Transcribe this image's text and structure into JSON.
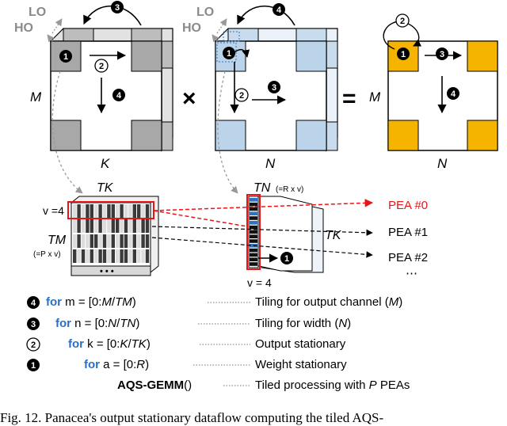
{
  "matrices": {
    "a": {
      "lo": "LO",
      "ho": "HO",
      "row_label": "M",
      "col_label": "K",
      "steps": [
        "1",
        "2",
        "3",
        "4"
      ]
    },
    "b": {
      "lo": "LO",
      "ho": "HO",
      "col_label": "N",
      "steps": [
        "1",
        "2",
        "3",
        "4"
      ]
    },
    "c": {
      "row_label": "M",
      "col_label": "N",
      "steps": [
        "1",
        "2",
        "3",
        "4"
      ]
    },
    "times_symbol": "×",
    "equals_symbol": "="
  },
  "tiles": {
    "left": {
      "top_label": "TK",
      "v_label": "v =4",
      "side_label": "TM",
      "side_sub": "(=P x v)",
      "dots": "• • •"
    },
    "right": {
      "top_label": "TN",
      "top_sub": "(=R x v)",
      "side_label": "TK",
      "v_label": "v = 4",
      "step": "1"
    }
  },
  "pea": {
    "items": [
      "PEA #0",
      "PEA #1",
      "PEA #2"
    ],
    "more": "⋯",
    "highlight_color": "#e8141a"
  },
  "code": {
    "lines": [
      {
        "num": "4",
        "kw": "for",
        "text": "m = [0:",
        "var": "M",
        "sep": "/",
        "var2": "TM",
        "close": ")",
        "desc": "Tiling for output channel (",
        "desc_var": "M",
        "desc_close": ")"
      },
      {
        "num": "3",
        "kw": "for",
        "text": "n = [0:",
        "var": "N",
        "sep": "/",
        "var2": "TN",
        "close": ")",
        "desc": "Tiling for width (",
        "desc_var": "N",
        "desc_close": ")"
      },
      {
        "num": "2",
        "kw": "for",
        "text": "k = [0:",
        "var": "K",
        "sep": "/",
        "var2": "TK",
        "close": ")",
        "desc": "Output stationary",
        "desc_var": "",
        "desc_close": ""
      },
      {
        "num": "1",
        "kw": "for",
        "text": "a = [0:",
        "var": "R",
        "sep": "",
        "var2": "",
        "close": ")",
        "desc": "Weight stationary",
        "desc_var": "",
        "desc_close": ""
      }
    ],
    "call": {
      "name": "AQS-GEMM",
      "parens": "()",
      "desc": "Tiled processing with ",
      "desc_var": "P",
      "desc_end": " PEAs"
    }
  },
  "caption": "Fig. 12.   Panacea's output stationary dataflow computing the tiled AQS-",
  "colors": {
    "gray_fill": "#a8a8a8",
    "gray_dark": "#7a7a7a",
    "blue_fill": "#bcd4ea",
    "blue_dark": "#2e74c0",
    "gold_fill": "#f4b400",
    "keyword": "#2b6fc4"
  }
}
